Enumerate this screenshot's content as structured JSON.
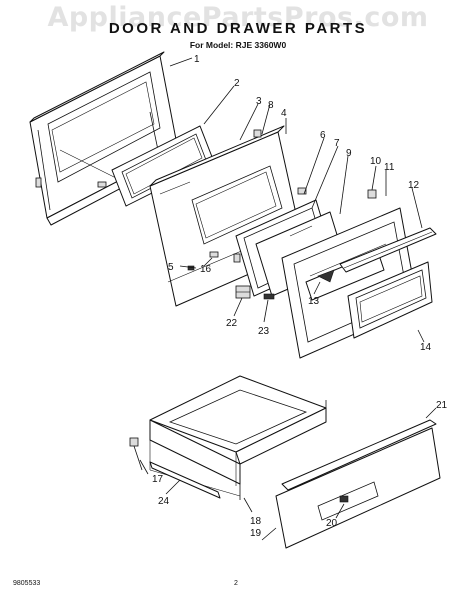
{
  "watermark": "AppliancePartsPros.com",
  "title": "DOOR AND DRAWER PARTS",
  "subtitle": "For Model: RJE 3360W0",
  "footer_code": "9805533",
  "page_number": "2",
  "callouts": [
    {
      "id": "callout-1",
      "text": "1"
    },
    {
      "id": "callout-2",
      "text": "2"
    },
    {
      "id": "callout-3",
      "text": "3"
    },
    {
      "id": "callout-4",
      "text": "4"
    },
    {
      "id": "callout-5",
      "text": "5"
    },
    {
      "id": "callout-6",
      "text": "6"
    },
    {
      "id": "callout-7",
      "text": "7"
    },
    {
      "id": "callout-8",
      "text": "8"
    },
    {
      "id": "callout-9",
      "text": "9"
    },
    {
      "id": "callout-10",
      "text": "10"
    },
    {
      "id": "callout-11",
      "text": "11"
    },
    {
      "id": "callout-12",
      "text": "12"
    },
    {
      "id": "callout-13",
      "text": "13"
    },
    {
      "id": "callout-14",
      "text": "14"
    },
    {
      "id": "callout-16",
      "text": "16"
    },
    {
      "id": "callout-17",
      "text": "17"
    },
    {
      "id": "callout-18",
      "text": "18"
    },
    {
      "id": "callout-19",
      "text": "19"
    },
    {
      "id": "callout-20",
      "text": "20"
    },
    {
      "id": "callout-21",
      "text": "21"
    },
    {
      "id": "callout-22",
      "text": "22"
    },
    {
      "id": "callout-23",
      "text": "23"
    },
    {
      "id": "callout-24",
      "text": "24"
    }
  ]
}
